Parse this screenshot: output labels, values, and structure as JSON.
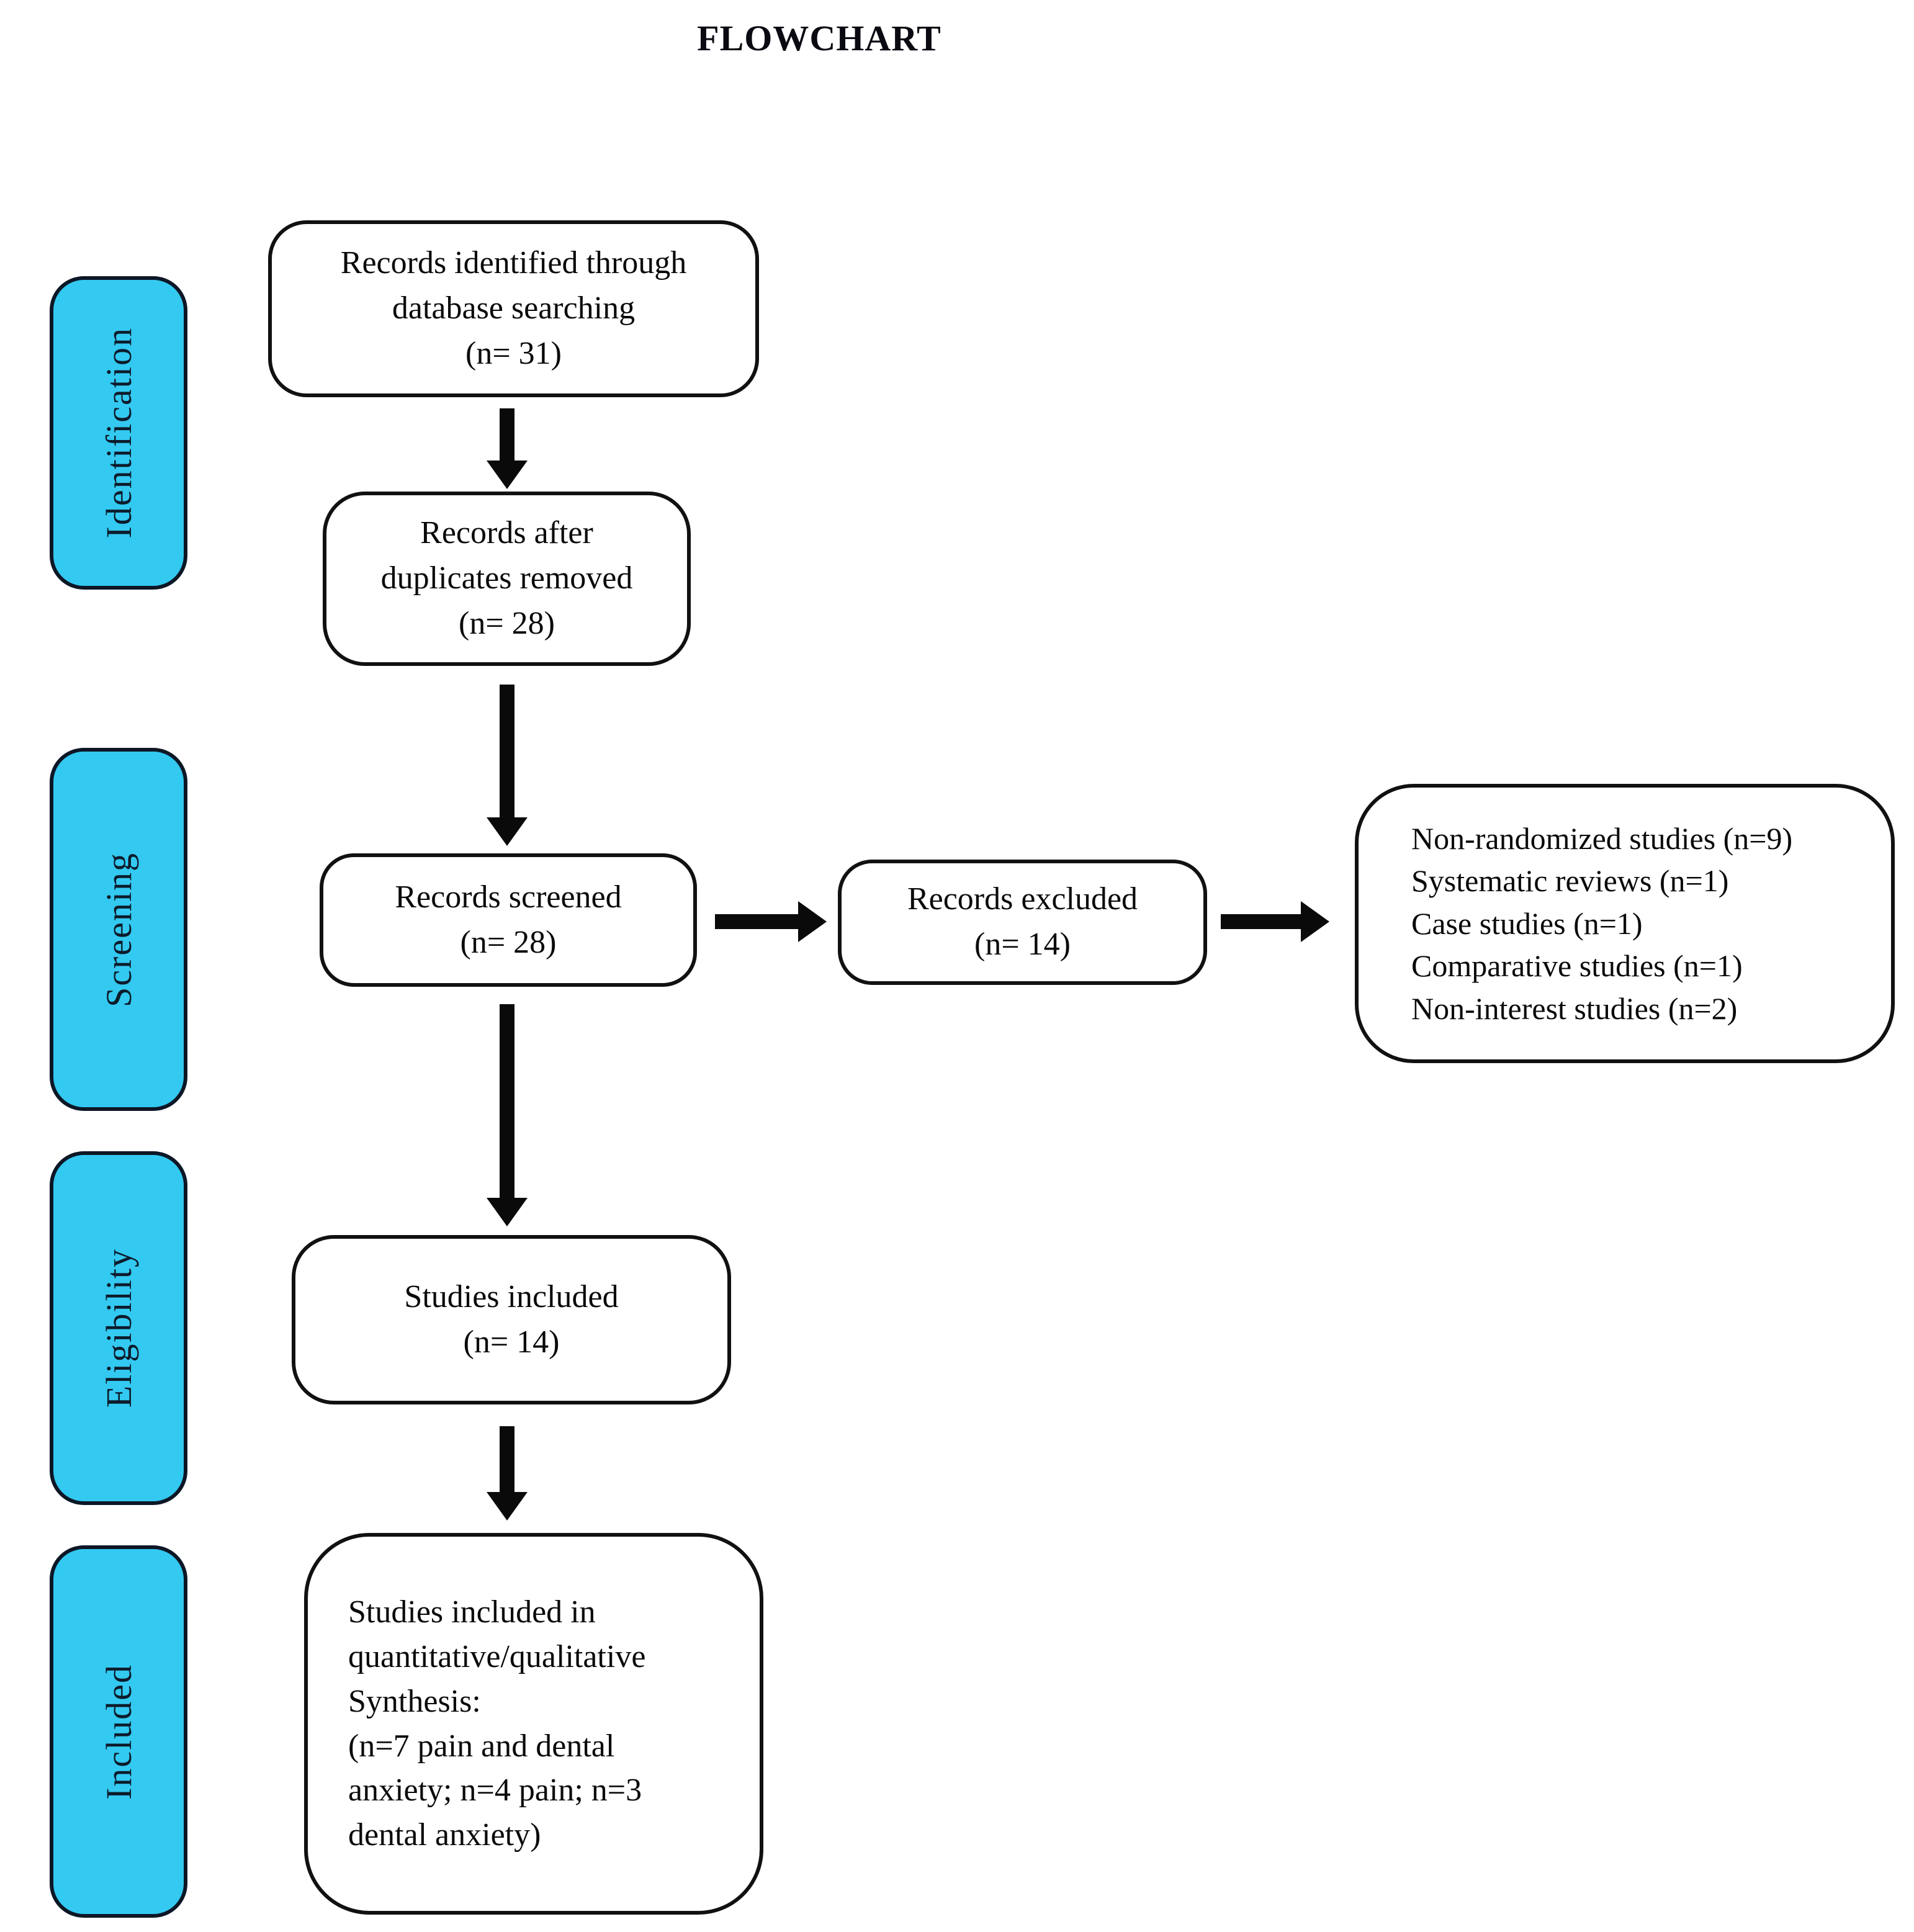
{
  "page": {
    "title": "FLOWCHART"
  },
  "colors": {
    "stage_fill": "#33C9F1",
    "stage_border": "#0d1726",
    "box_border": "#111111",
    "arrow": "#0a0a0a",
    "text": "#0a0a0a"
  },
  "stages": [
    {
      "id": "identification",
      "label": "Identification"
    },
    {
      "id": "screening",
      "label": "Screening"
    },
    {
      "id": "eligibility",
      "label": "Eligibility"
    },
    {
      "id": "included",
      "label": "Included"
    }
  ],
  "boxes": {
    "identified": "Records identified through\ndatabase searching\n(n= 31)",
    "duplicates_removed": "Records after\nduplicates removed\n(n= 28)",
    "screened": "Records screened\n(n= 28)",
    "excluded": "Records excluded\n(n= 14)",
    "exclusion_reasons": [
      "Non-randomized studies (n=9)",
      "Systematic reviews (n=1)",
      "Case studies (n=1)",
      "Comparative studies (n=1)",
      "Non-interest studies (n=2)"
    ],
    "studies_included": "Studies included\n(n= 14)",
    "synthesis": "Studies included in\nquantitative/qualitative\nSynthesis:\n(n=7 pain and dental\nanxiety; n=4 pain; n=3\ndental anxiety)"
  }
}
